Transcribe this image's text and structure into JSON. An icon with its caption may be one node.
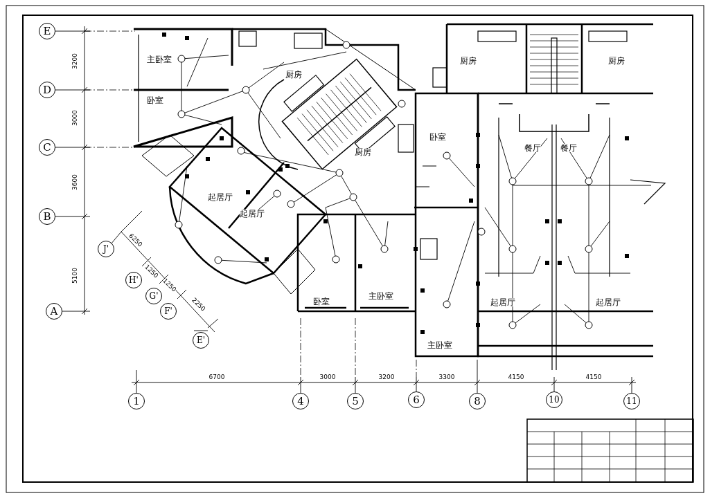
{
  "diagram": {
    "nodes": [
      {
        "text": [
          "E"
        ]
      },
      {
        "text": [
          "D"
        ]
      },
      {
        "text": [
          "C"
        ]
      },
      {
        "text": [
          "B"
        ]
      },
      {
        "text": [
          "A"
        ]
      },
      {
        "text": [
          "J'"
        ]
      },
      {
        "text": [
          "H'"
        ]
      },
      {
        "text": [
          "G'"
        ]
      },
      {
        "text": [
          "F'"
        ]
      },
      {
        "text": [
          "E'"
        ]
      },
      {
        "text": [
          "1"
        ]
      },
      {
        "text": [
          "4"
        ]
      },
      {
        "text": [
          "5"
        ]
      },
      {
        "text": [
          "6"
        ]
      },
      {
        "text": [
          "8"
        ]
      },
      {
        "text": [
          "10"
        ]
      },
      {
        "text": [
          "11"
        ]
      }
    ],
    "labels": [
      "主卧室",
      "卧室",
      "厨房",
      "厨房",
      "餐厅",
      "餐厅",
      "厨房",
      "卧室",
      "厨房",
      "起居厅",
      "起居厅",
      "卧室",
      "主卧室",
      "起居厅",
      "起居厅",
      "主卧室",
      "3200",
      "3000",
      "3600",
      "5100",
      "6250",
      "1250",
      "1250",
      "2250",
      "6700",
      "3000",
      "3200",
      "3300",
      "4150",
      "4150"
    ]
  }
}
